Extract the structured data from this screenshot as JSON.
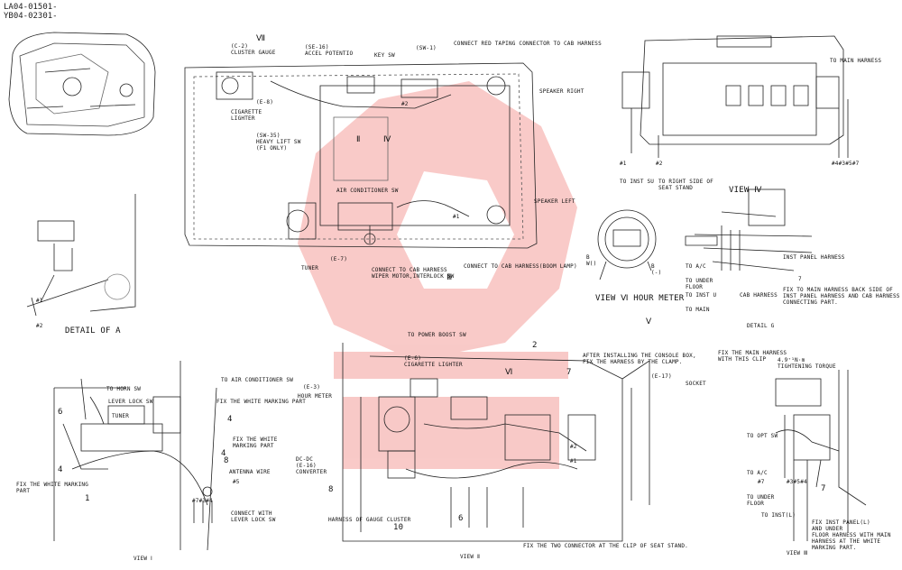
{
  "header": {
    "code1": "LA04-01501-",
    "code2": "YB04-02301-"
  },
  "watermark": {
    "color": "#e8423a"
  },
  "top_center": {
    "cluster_gauge": "(C-2)\nCLUSTER GAUGE",
    "vii": "Ⅶ",
    "se16": "(SE-16)\nACCEL POTENTIO",
    "key_sw": "KEY SW",
    "sw1": "(SW-1)",
    "connect_red": "CONNECT RED TAPING CONNECTOR TO CAB HARNESS",
    "speaker_right": "SPEAKER RIGHT",
    "cig_lighter": "CIGARETTE\nLIGHTER",
    "e8": "(E-8)",
    "sw35": "(SW-35)\nHEAVY LIFT SW\n(F1 ONLY)",
    "ii": "Ⅱ",
    "iv": "Ⅳ",
    "aircon_sw": "AIR CONDITIONER SW",
    "speaker_left": "SPEAKER LEFT",
    "num2a": "#2",
    "num1a": "#1",
    "e7": "(E-7)",
    "tuner": "TUNER",
    "connect_cab": "CONNECT TO CAB HARNESS\nWIPER MOTOR,INTERLOCK SW",
    "iii": "Ⅲ",
    "connect_boom": "CONNECT TO CAB HARNESS(BOOM LAMP)"
  },
  "top_right": {
    "to_main": "TO MAIN HARNESS",
    "nums": "#4#3#5#7",
    "n1": "#1",
    "n2": "#2",
    "to_inst": "TO INST SU",
    "to_right": "TO RIGHT SIDE OF\nSEAT STAND",
    "view_iv": "VIEW Ⅳ"
  },
  "detail_g": {
    "inst_panel": "INST PANEL HARNESS",
    "to_ac": "TO A/C",
    "to_under": "TO UNDER\nFLOOR",
    "to_inst": "TO INST U",
    "cab_harness": "CAB HARNESS",
    "to_main": "TO MAIN",
    "fix_note": "FIX TO MAIN HARNESS BACK SIDE OF\nINST PANEL HARNESS AND CAB HARNESS\nCONNECTING PART.",
    "detail_title": "DETAIL G",
    "num7": "7"
  },
  "hour_meter": {
    "b_w": "B\nW()",
    "b_minus": "B\n(-)",
    "title": "VIEW Ⅵ HOUR METER"
  },
  "detail_a": {
    "n1": "#1",
    "n2": "#2",
    "title": "DETAIL OF A"
  },
  "view_i": {
    "to_horn": "TO HORN SW",
    "to_aircon": "TO AIR CONDITIONER SW",
    "lever_lock": "LEVER LOCK SW",
    "fix_white1": "FIX THE WHITE MARKING PART",
    "tuner": "TUNER",
    "fix_white2": "FIX THE WHITE\nMARKING PART",
    "n6": "6",
    "n4a": "4",
    "n4b": "4",
    "n4c": "4",
    "n8": "8",
    "antenna": "ANTENNA WIRE",
    "n5": "#5",
    "fix_white3": "FIX THE WHITE MARKING\nPART",
    "n1": "1",
    "nums": "#7#3#4",
    "connect_lever": "CONNECT WITH\nLEVER LOCK SW",
    "title": "VIEW Ⅰ"
  },
  "view_ii": {
    "to_power": "TO POWER BOOST SW",
    "e6": "(E-6)\nCIGARETTE LIGHTER",
    "e3": "(E-3)",
    "hour_meter": "HOUR METER",
    "dcdc": "DC-DC\n(E-16)\nCONVERTER",
    "n8": "8",
    "harness_gauge": "HARNESS OF GAUGE CLUSTER",
    "n10": "10",
    "n6": "6",
    "n2": "2",
    "after": "AFTER INSTALLING THE CONSOLE BOX,\nFIX THE HARNESS BY THE CLAMP.",
    "v": "Ⅴ",
    "vi": "Ⅵ",
    "n7": "7",
    "socket": "SOCKET",
    "e17": "(E-17)",
    "n12": "#2",
    "n11": "#1",
    "fix_two": "FIX THE TWO CONNECTOR AT THE CLIP OF SEAT STAND.",
    "title": "VIEW Ⅱ"
  },
  "view_iii": {
    "fix_main": "FIX THE MAIN HARNESS\nWITH THIS CLIP",
    "torque": "4.9⁺¹N·m\nTIGHTENING TORQUE",
    "to_opt": "TO OPT SW",
    "to_ac": "TO A/C",
    "n7": "#7",
    "nums": "#3#5#4",
    "n7b": "7",
    "to_under": "TO UNDER\nFLOOR",
    "to_inst": "TO INST(L)",
    "fix_inst": "FIX INST PANEL(L)\nAND UNDER\nFLOOR HARNESS WITH MAIN\nHARNESS AT THE WHITE\nMARKING PART.",
    "title": "VIEW Ⅲ"
  }
}
